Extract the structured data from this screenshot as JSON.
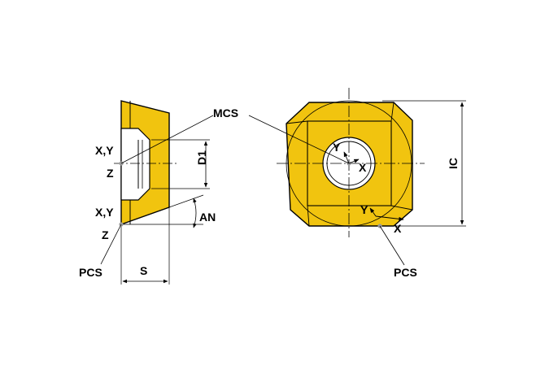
{
  "colors": {
    "insert_fill": "#f1c40f",
    "outline": "#000000",
    "point": "#9a9a9a",
    "background": "#ffffff"
  },
  "labels": {
    "mcs": "MCS",
    "pcs_left": "PCS",
    "pcs_right": "PCS",
    "xy_upper": "X,Y",
    "z_upper": "Z",
    "xy_lower": "X,Y",
    "z_lower": "Z",
    "d1": "D1",
    "an": "AN",
    "s": "S",
    "ic": "IC",
    "y_center": "Y",
    "x_center": "X",
    "y_corner": "Y",
    "x_corner": "X"
  }
}
